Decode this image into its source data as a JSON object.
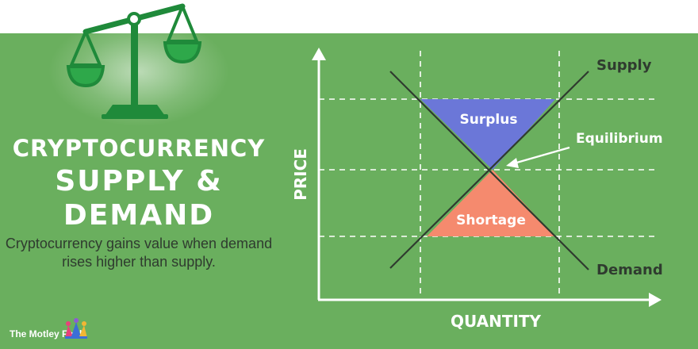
{
  "title": {
    "line1": "CRYPTOCURRENCY",
    "line2": "SUPPLY &",
    "line3": "DEMAND"
  },
  "subtitle": "Cryptocurrency gains value when demand rises higher than supply.",
  "brand": "The Motley Fool",
  "diagram": {
    "y_axis_label": "PRICE",
    "x_axis_label": "QUANTITY",
    "supply_label": "Supply",
    "demand_label": "Demand",
    "surplus_label": "Surplus",
    "shortage_label": "Shortage",
    "equilibrium_label": "Equilibrium"
  },
  "colors": {
    "background": "#6aaf5e",
    "surplus_fill": "#6b77d8",
    "shortage_fill": "#f58a6e",
    "lines": "#2f3b2f",
    "icon": "#1f8a3a"
  },
  "icons": [
    "balance-scale-icon",
    "jester-hat-icon"
  ]
}
